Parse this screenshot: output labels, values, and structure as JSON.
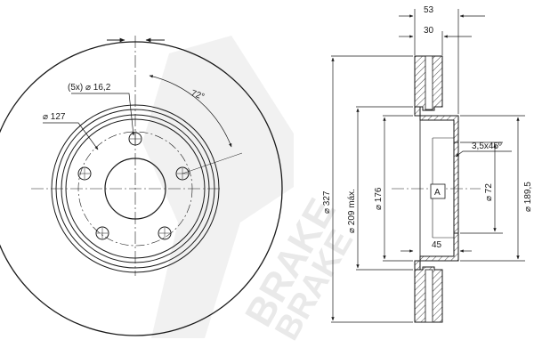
{
  "watermark": {
    "brand_text": "BRAKE"
  },
  "front_view": {
    "bolt_hole_label": "(5x) ⌀ 16,2",
    "pcd_label": "⌀ 127",
    "angle_label": "72°"
  },
  "section_view": {
    "total_width": "53",
    "hat_depth": "30",
    "outer_diameter": "⌀ 327",
    "max_worn_diameter": "⌀ 209 máx.",
    "hat_outer_diameter": "⌀ 176",
    "center_bore": "⌀ 72",
    "hub_diameter": "⌀ 189,5",
    "chamfer": "3,5x45º",
    "thickness": "45",
    "datum": "A"
  },
  "colors": {
    "line": "#1a1a1a",
    "hatch": "#333333",
    "watermark": "#e6e6e6"
  }
}
